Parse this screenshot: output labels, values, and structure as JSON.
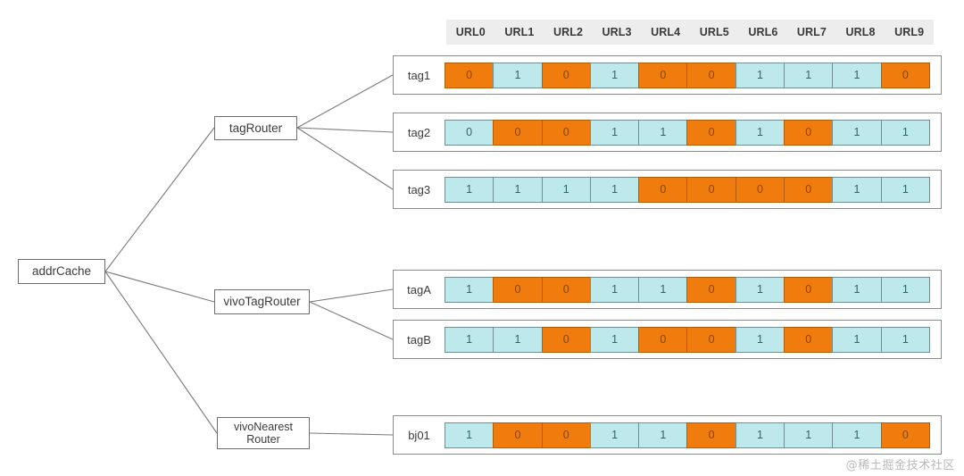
{
  "diagram": {
    "root": {
      "label": "addrCache"
    },
    "routers": [
      {
        "id": "tagRouter",
        "label": "tagRouter"
      },
      {
        "id": "vivoTagRouter",
        "label": "vivoTagRouter"
      },
      {
        "id": "vivoNearestRouter",
        "label": "vivoNearest\nRouter"
      }
    ]
  },
  "url_header": {
    "columns": [
      "URL0",
      "URL1",
      "URL2",
      "URL3",
      "URL4",
      "URL5",
      "URL6",
      "URL7",
      "URL8",
      "URL9"
    ]
  },
  "rows": [
    {
      "label": "tag1",
      "parent": "tagRouter",
      "values": [
        0,
        1,
        0,
        1,
        0,
        0,
        1,
        1,
        1,
        0
      ],
      "states": [
        "off",
        "on",
        "off",
        "on",
        "off",
        "off",
        "on",
        "on",
        "on",
        "off"
      ]
    },
    {
      "label": "tag2",
      "parent": "tagRouter",
      "values": [
        0,
        0,
        0,
        1,
        1,
        0,
        1,
        0,
        1,
        1
      ],
      "states": [
        "on",
        "off",
        "off",
        "on",
        "on",
        "off",
        "on",
        "off",
        "on",
        "on"
      ]
    },
    {
      "label": "tag3",
      "parent": "tagRouter",
      "values": [
        1,
        1,
        1,
        1,
        0,
        0,
        0,
        0,
        1,
        1
      ],
      "states": [
        "on",
        "on",
        "on",
        "on",
        "off",
        "off",
        "off",
        "off",
        "on",
        "on"
      ]
    },
    {
      "label": "tagA",
      "parent": "vivoTagRouter",
      "values": [
        1,
        0,
        0,
        1,
        1,
        0,
        1,
        0,
        1,
        1
      ],
      "states": [
        "on",
        "off",
        "off",
        "on",
        "on",
        "off",
        "on",
        "off",
        "on",
        "on"
      ]
    },
    {
      "label": "tagB",
      "parent": "vivoTagRouter",
      "values": [
        1,
        1,
        0,
        1,
        0,
        0,
        1,
        0,
        1,
        1
      ],
      "states": [
        "on",
        "on",
        "off",
        "on",
        "off",
        "off",
        "on",
        "off",
        "on",
        "on"
      ]
    },
    {
      "label": "bj01",
      "parent": "vivoNearestRouter",
      "values": [
        1,
        0,
        0,
        1,
        1,
        0,
        1,
        1,
        1,
        0
      ],
      "states": [
        "on",
        "off",
        "off",
        "on",
        "on",
        "off",
        "on",
        "on",
        "on",
        "off"
      ]
    }
  ],
  "colors": {
    "value_on_fill": "#bde9ec",
    "value_off_fill": "#f07c0e",
    "header_background": "#ededed",
    "connector_stroke": "#7a7a7a",
    "node_border": "#6e6e6e"
  },
  "watermark": {
    "text": "@稀土掘金技术社区"
  }
}
